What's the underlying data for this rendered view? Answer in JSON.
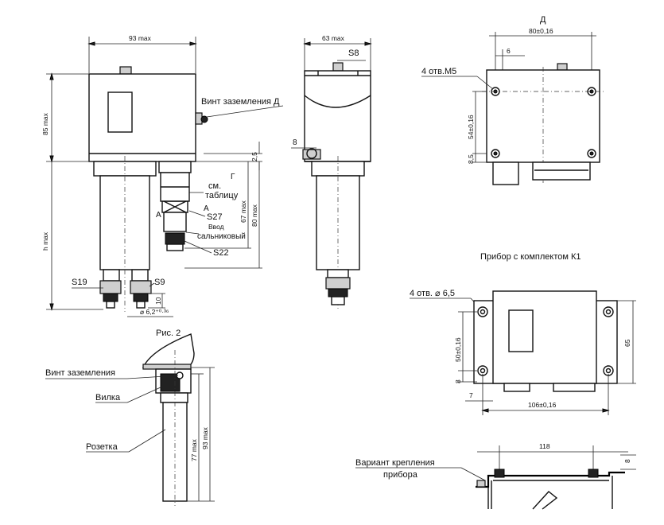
{
  "labels": {
    "dim_93_max": "93 max",
    "dim_63_max": "63 max",
    "view_d": "Д",
    "dim_80": "80±0,16",
    "dim_6": "6",
    "holes_m5": "4 отв.М5",
    "dim_54": "54±0,16",
    "dim_8_5": "8,5",
    "s8": "S8",
    "ground_screw_d": "Винт заземления Д",
    "dim_85_max": "85 max",
    "dim_8": "8",
    "dim_2_5": "2,5",
    "g_mark": "Г",
    "see_table_1": "см.",
    "see_table_2": "таблицу",
    "a_left": "А",
    "a_right": "А",
    "s27": "S27",
    "dim_67_max": "67 max",
    "dim_80_max": "80 max",
    "gland_1": "Ввод",
    "gland_2": "сальниковый",
    "s22": "S22",
    "h_max": "h max",
    "s19": "S19",
    "s9": "S9",
    "dim_10": "10",
    "dim_6_2": "⌀ 6,2⁺⁰·³⁶",
    "fig2": "Рис. 2",
    "ground_screw": "Винт заземления",
    "plug": "Вилка",
    "socket": "Розетка",
    "dim_77_max": "77 max",
    "dim_93_max_v": "93 max",
    "kit_title": "Прибор с комплектом К1",
    "holes_6_5": "4 отв. ⌀ 6,5",
    "dim_50": "50±0,16",
    "dim_65": "65",
    "dim_8_k": "8",
    "dim_7": "7",
    "dim_106": "106±0,16",
    "mount_1": "Вариант крепления",
    "mount_2": "прибора",
    "dim_118": "118",
    "dim_8_r": "8"
  }
}
